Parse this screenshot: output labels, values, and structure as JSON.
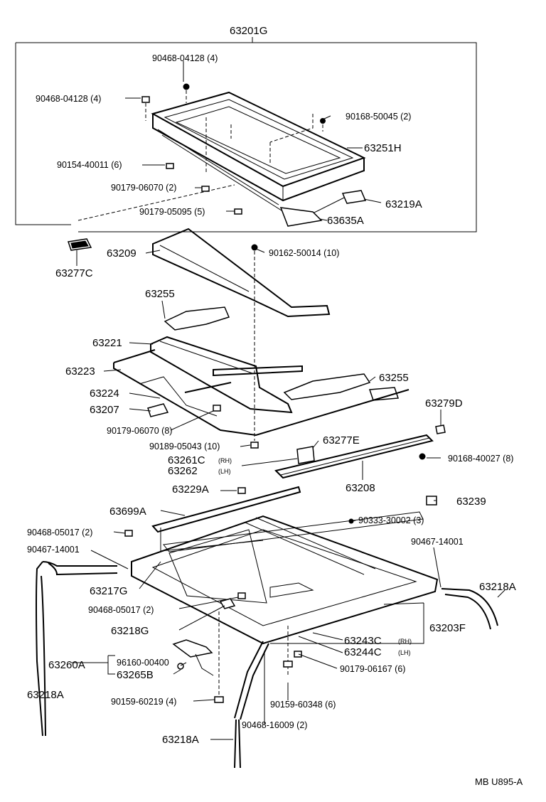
{
  "assembly": {
    "part_number": "63201G"
  },
  "parts": {
    "bolt_90468_04128_top": "90468-04128 (4)",
    "bolt_90468_04128_left": "90468-04128 (4)",
    "screw_90168_50045": "90168-50045 (2)",
    "glass_63251H": "63251H",
    "screw_90154_40011": "90154-40011 (6)",
    "nut_90179_06070_a": "90179-06070 (2)",
    "bracket_63219A": "63219A",
    "nut_90179_05095": "90179-05095 (5)",
    "guide_63635A": "63635A",
    "clip_63277C": "63277C",
    "panel_63209": "63209",
    "screw_90162_50014": "90162-50014 (10)",
    "bracket_63255_left": "63255",
    "panel_63221": "63221",
    "weatherstrip_63223": "63223",
    "bracket_63255_right": "63255",
    "rail_63224": "63224",
    "bracket_63207": "63207",
    "cap_63279D": "63279D",
    "nut_90179_06070_b": "90179-06070 (8)",
    "nut_90189_05043": "90189-05043 (10)",
    "clip_63277E": "63277E",
    "screw_90168_40027": "90168-40027 (8)",
    "block_63261C": "63261C",
    "block_63261C_side": "(RH)",
    "block_63262": "63262",
    "block_63262_side": "(LH)",
    "rail_63208": "63208",
    "stop_63229A": "63229A",
    "cushion_63239": "63239",
    "deflector_63699A": "63699A",
    "screw_90333_30002": "90333-30002 (3)",
    "bolt_90468_05017_a": "90468-05017 (2)",
    "clamp_90467_14001_left": "90467-14001",
    "clamp_90467_14001_right": "90467-14001",
    "hose_63218A_right": "63218A",
    "bracket_63217G": "63217G",
    "bolt_90468_05017_b": "90468-05017 (2)",
    "frame_63203F": "63203F",
    "drain_63218G": "63218G",
    "cable_63243C": "63243C",
    "cable_63243C_side": "(RH)",
    "cable_63244C": "63244C",
    "cable_63244C_side": "(LH)",
    "motor_63260A": "63260A",
    "bolt_96160_00400": "96160-00400",
    "gear_63265B": "63265B",
    "nut_90179_06167": "90179-06167 (6)",
    "hose_63218A_left": "63218A",
    "bolt_90159_60219": "90159-60219 (4)",
    "bolt_90159_60348": "90159-60348 (6)",
    "bolt_90468_16009": "90468-16009 (2)",
    "hose_63218A_bottom": "63218A"
  },
  "footer": {
    "code": "MB  U895-A"
  }
}
